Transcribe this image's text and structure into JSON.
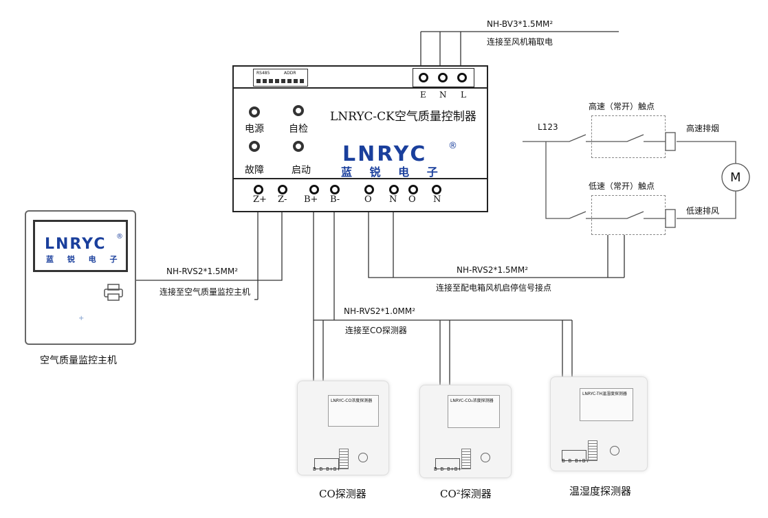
{
  "controller": {
    "title": "LNRYC-CK空气质量控制器",
    "brand": "LNRYC",
    "brand_reg": "®",
    "brand_cn": "蓝 锐 电 子",
    "dip_labels": [
      "RS485",
      "ADDR"
    ],
    "leds": [
      "电源",
      "自检",
      "故障",
      "启动"
    ],
    "top_terminals": [
      "E",
      "N",
      "L"
    ],
    "bottom_terminals": [
      "Z+",
      "Z-",
      "B+",
      "B-",
      "O",
      "N",
      "O",
      "N"
    ]
  },
  "power_cable": {
    "spec": "NH-BV3*1.5MM²",
    "note": "连接至风机箱取电"
  },
  "host_cable": {
    "spec": "NH-RVS2*1.5MM²",
    "note": "连接至空气质量监控主机"
  },
  "signal_cable": {
    "spec": "NH-RVS2*1.5MM²",
    "note": "连接至配电箱风机启停信号接点"
  },
  "sensor_cable": {
    "spec": "NH-RVS2*1.0MM²",
    "note": "连接至CO探测器"
  },
  "host": {
    "brand": "LNRYC",
    "brand_reg": "®",
    "brand_cn": "蓝 锐 电 子",
    "caption": "空气质量监控主机",
    "plus": "+"
  },
  "relay": {
    "input": "L123",
    "high_contact": "高速（常开）触点",
    "high_output": "高速排烟",
    "low_contact": "低速（常开）触点",
    "low_output": "低速排风",
    "motor": "M"
  },
  "sensors": [
    {
      "caption": "CO探测器",
      "terminals": "B- B- B+B+",
      "plate_title": "LNRYC-CO浓度探测器"
    },
    {
      "caption": "CO²探测器",
      "terminals": "B- B- B+B+",
      "plate_title": "LNRYC-CO₂浓度探测器"
    },
    {
      "caption": "温湿度探测器",
      "terminals": "B- B- B+B+",
      "plate_title": "LNRYC-TH温湿度探测器"
    }
  ]
}
